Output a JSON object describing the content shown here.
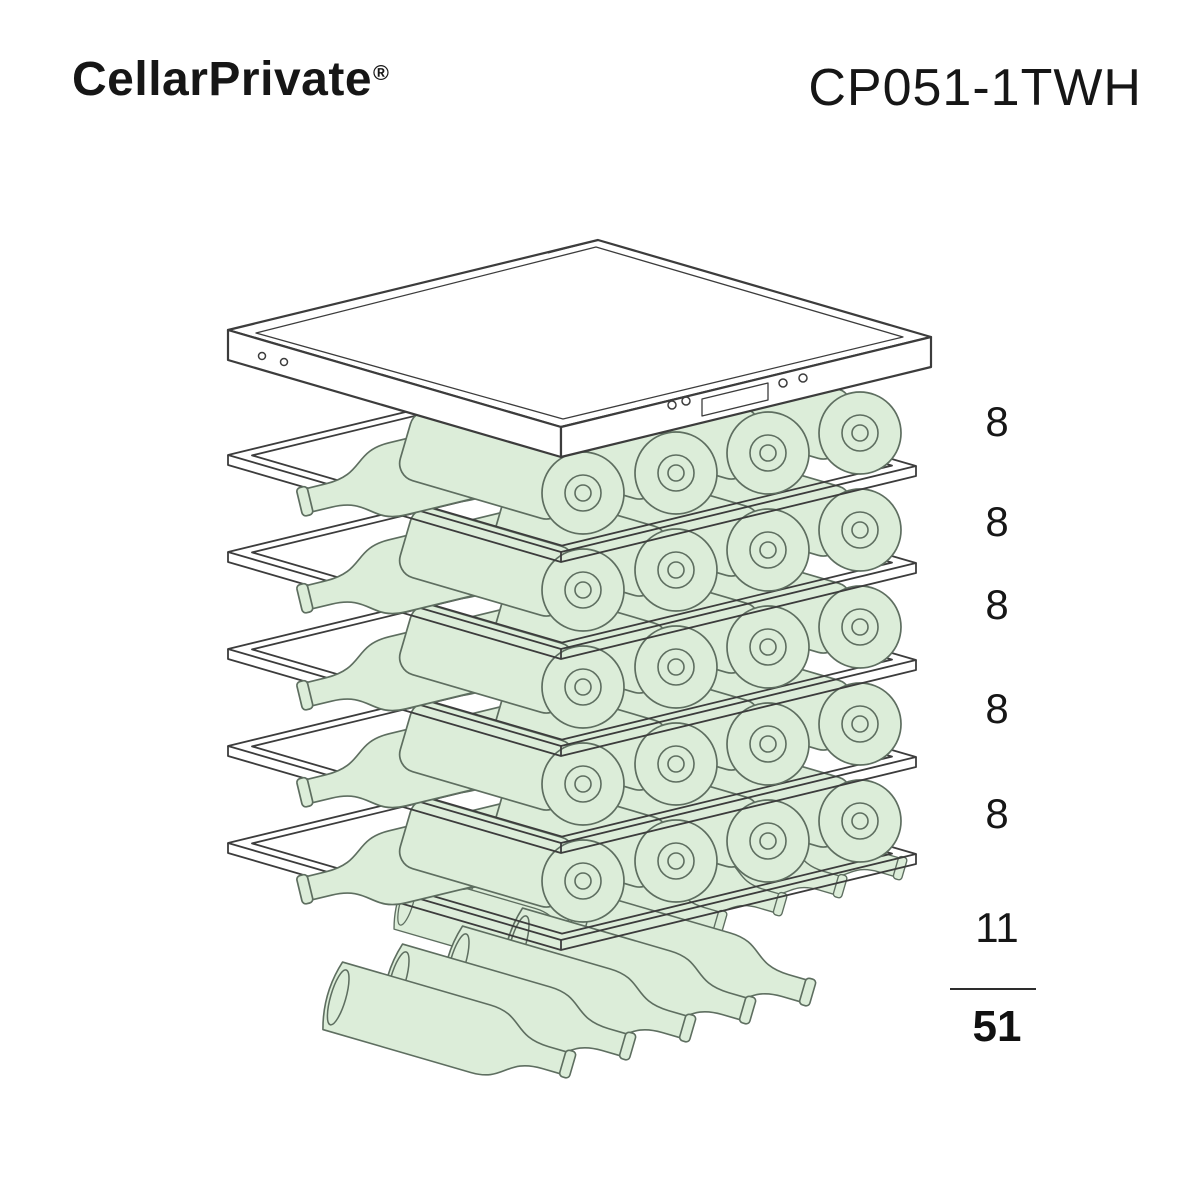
{
  "header": {
    "brand": "CellarPrivate",
    "registered_mark": "®",
    "model": "CP051-1TWH"
  },
  "diagram": {
    "shelf_counts": [
      "8",
      "8",
      "8",
      "8",
      "8",
      "11"
    ],
    "total": "51"
  },
  "colors": {
    "bottle_fill": "#dcedd9",
    "bottle_stroke": "#5e6e60",
    "line": "#3c3c3c",
    "background": "#ffffff"
  }
}
